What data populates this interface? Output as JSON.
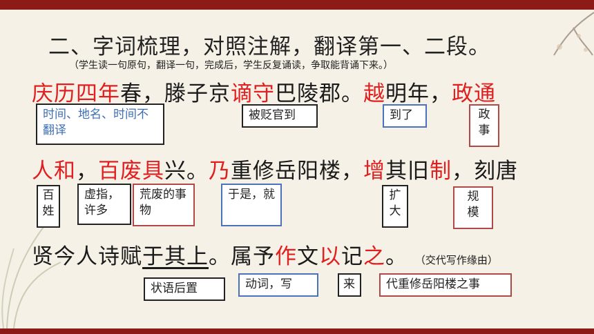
{
  "title": "二、字词梳理，对照注解，翻译第一、二段。",
  "subtitle": "（学生读一句原句，翻译一句，完成后，学生反复诵读，争取能背诵下来。）",
  "line1": {
    "s1": "庆历四年",
    "s2": "春，滕子京",
    "s3": "谪守",
    "s4": "巴陵郡。",
    "s5": "越",
    "s6": "明年，",
    "s7": "政通"
  },
  "line2": {
    "s1": "人和",
    "s2": "，",
    "s3": "百废具",
    "s4": "兴。",
    "s5": "乃",
    "s6": "重修岳阳楼，",
    "s7": "增",
    "s8": "其旧",
    "s9": "制",
    "s10": "，刻唐"
  },
  "line3": {
    "s1": "贤今人诗赋",
    "s2": "于其上",
    "s3": "。属予",
    "s4": "作",
    "s5": "文",
    "s6": "以",
    "s7": "记",
    "s8": "之",
    "s9": "。",
    "note": "（交代写作缘由）"
  },
  "annotations": {
    "time_place": "时间、地名、时间不翻译",
    "demoted": "被贬官到",
    "arrived": "到了",
    "politics_1": "政",
    "politics_2": "事",
    "people_1": "百",
    "people_2": "姓",
    "many": "虚指，许多",
    "abandoned": "荒废的事物",
    "therefore": "于是，就",
    "expand_1": "扩",
    "expand_2": "大",
    "scale_1": "规",
    "scale_2": "模",
    "postposition": "状语后置",
    "verb_write": "动词，写",
    "to": "来",
    "pronoun": "代重修岳阳楼之事"
  }
}
